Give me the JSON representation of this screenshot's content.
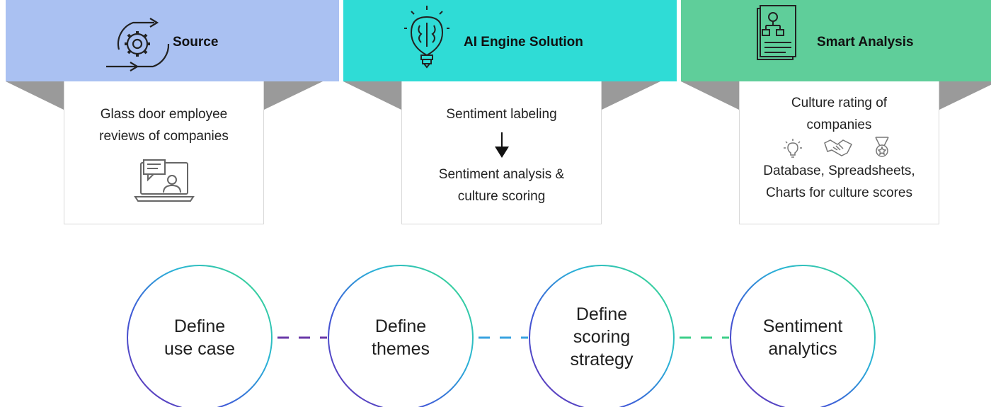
{
  "panels": [
    {
      "title": "Source",
      "color": "#aac1f2",
      "icon": "gear-cycle-icon",
      "lines": [
        "Glass door employee",
        "reviews of companies"
      ],
      "card_icon": "laptop-chat-icon"
    },
    {
      "title": "AI Engine Solution",
      "color": "#2fdcd6",
      "icon": "brain-bulb-icon",
      "step1": "Sentiment labeling",
      "arrow": "down-arrow-icon",
      "step2_lines": [
        "Sentiment analysis &",
        "culture scoring"
      ]
    },
    {
      "title": "Smart Analysis",
      "color": "#5fce9a",
      "icon": "document-hierarchy-icon",
      "top_lines": [
        "Culture rating of",
        "companies"
      ],
      "icons": [
        "lightbulb-icon",
        "handshake-icon",
        "medal-icon"
      ],
      "bottom_lines": [
        "Database, Spreadsheets,",
        "Charts for culture scores"
      ]
    }
  ],
  "steps": [
    {
      "lines": [
        "Define",
        "use case"
      ]
    },
    {
      "lines": [
        "Define",
        "themes"
      ]
    },
    {
      "lines": [
        "Define",
        "scoring",
        "strategy"
      ]
    },
    {
      "lines": [
        "Sentiment",
        "analytics"
      ]
    }
  ],
  "connector_colors": [
    "#6a3aa8",
    "#3aa3e0",
    "#3ecf8a"
  ]
}
